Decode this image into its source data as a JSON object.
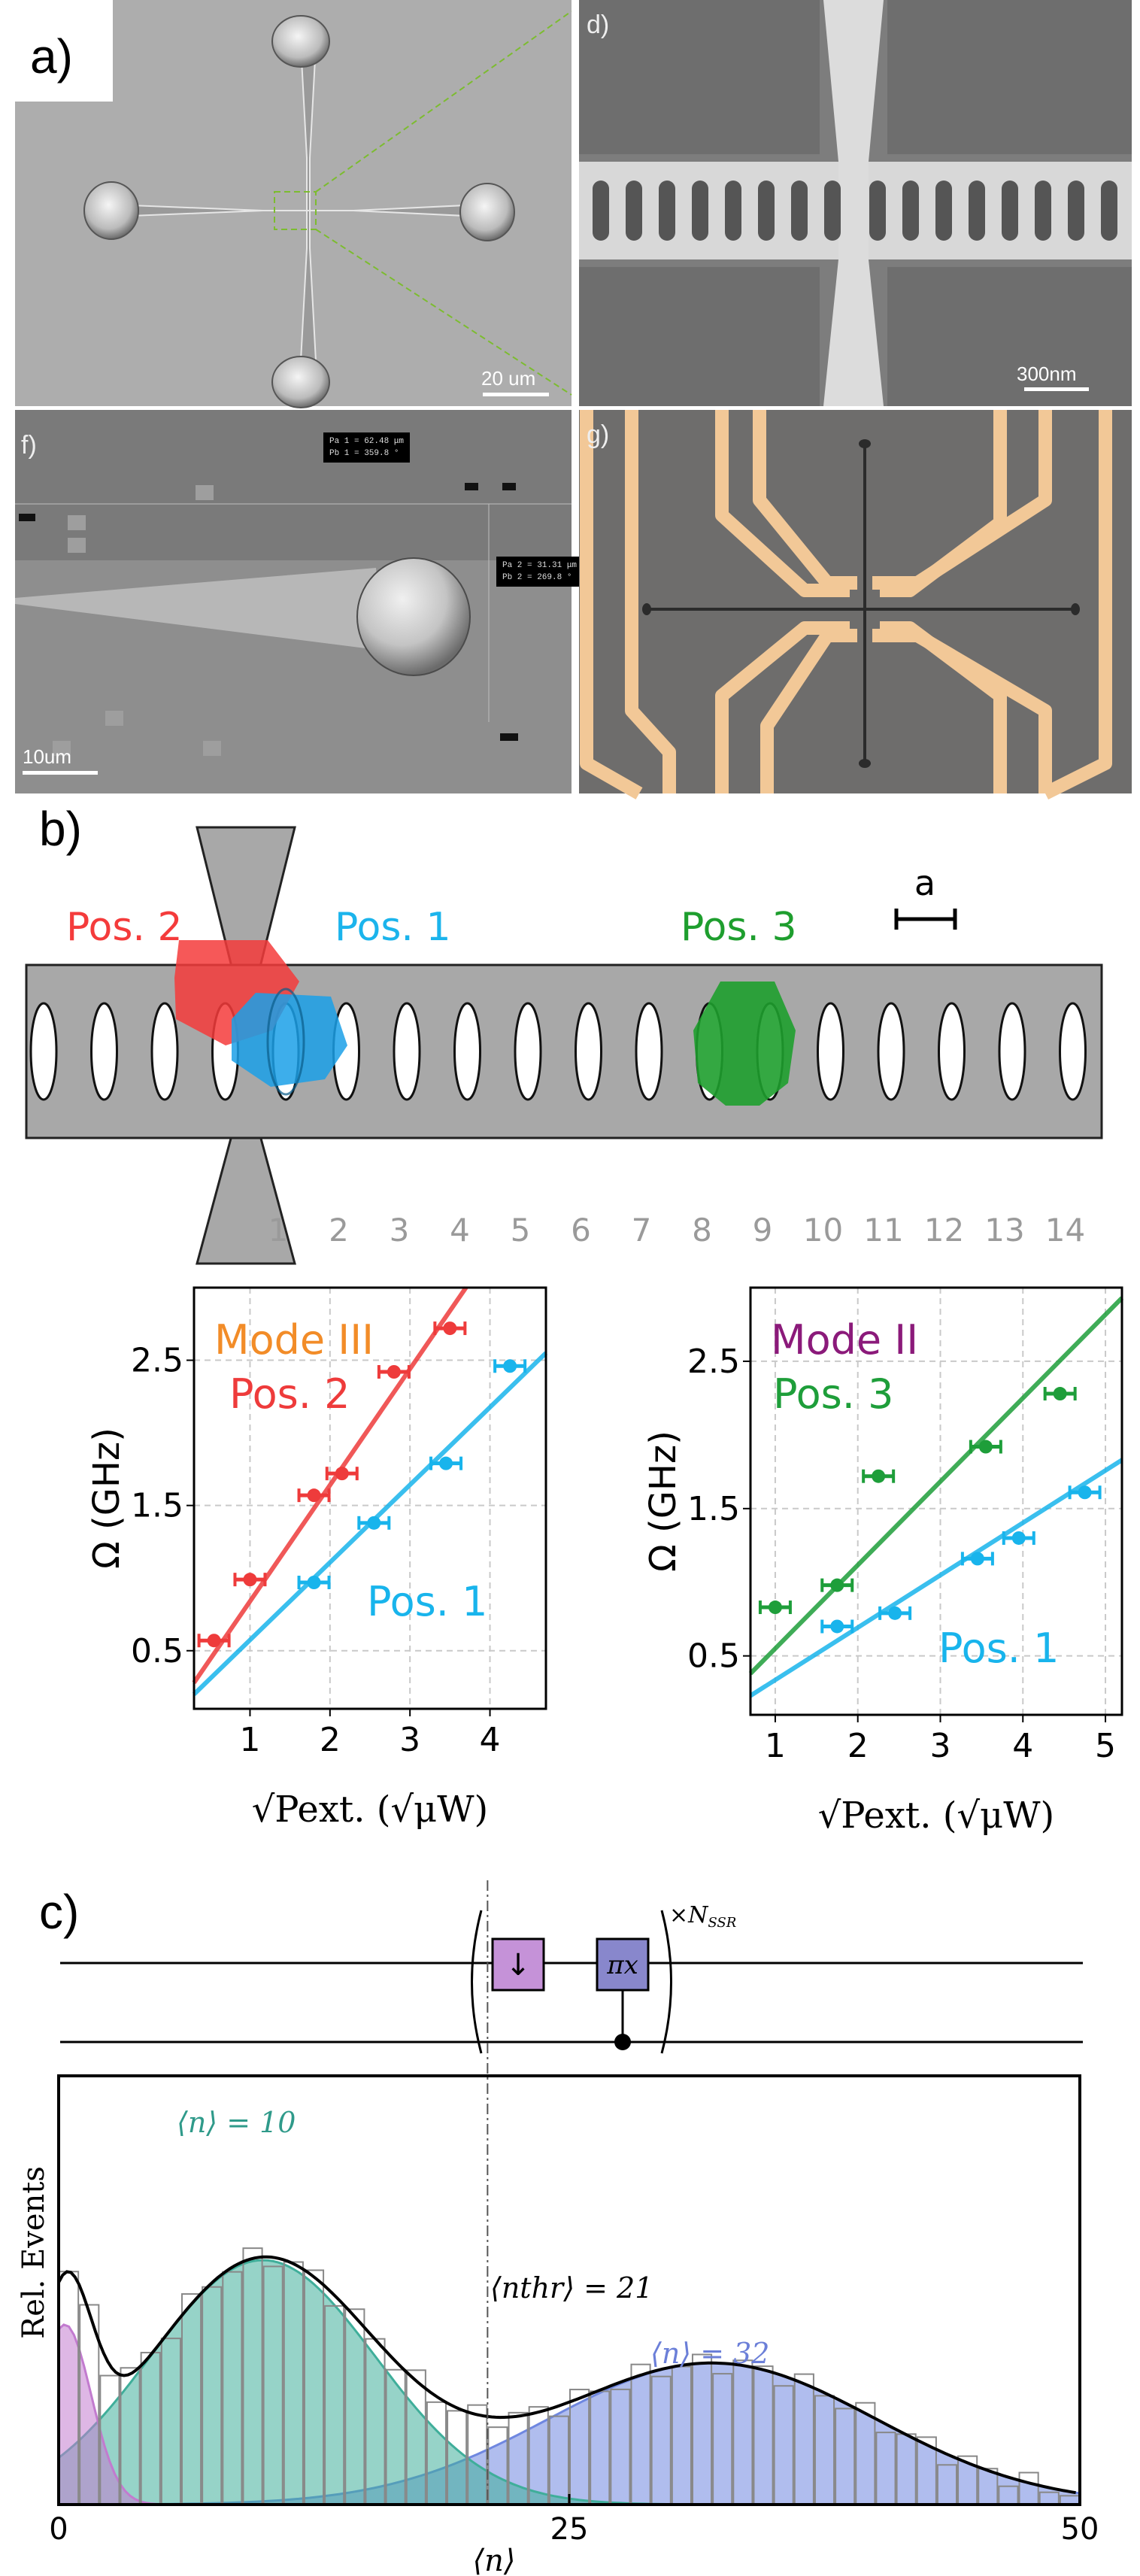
{
  "panels": {
    "a": {
      "label": "a)",
      "scale": "20 um"
    },
    "d": {
      "label": "d)",
      "scale": "300nm"
    },
    "f": {
      "label": "f)",
      "scale": "10um",
      "meas1": "Pa 1 = 62.48 μm\nPb 1 = 359.8 °",
      "meas2": "Pa 2 = 31.31 μm\nPb 2 = 269.8 °"
    },
    "g": {
      "label": "g)"
    },
    "b": {
      "label": "b)",
      "pos2": "Pos. 2",
      "pos1": "Pos. 1",
      "pos3": "Pos. 3",
      "a": "a",
      "hole_numbers": [
        "1",
        "2",
        "3",
        "4",
        "5",
        "6",
        "7",
        "8",
        "9",
        "10",
        "11",
        "12",
        "13",
        "14"
      ]
    },
    "c": {
      "label": "c)",
      "gate1": "↓",
      "gate2": "πx",
      "repeat": "×N",
      "repeat_sub": "SSR"
    }
  },
  "chart_data": [
    {
      "type": "scatter",
      "title": "",
      "xlabel": "√Pext. (√μW)",
      "ylabel": "Ω (GHz)",
      "xlim": [
        0.3,
        4.7
      ],
      "ylim": [
        0.1,
        3.0
      ],
      "xticks": [
        "1",
        "2",
        "3",
        "4"
      ],
      "yticks": [
        "0.5",
        "1.5",
        "2.5"
      ],
      "grid": true,
      "annotations": [
        "Mode III",
        "Pos. 2",
        "Pos. 1"
      ],
      "colors": {
        "mode": "#f28c28",
        "pos2": "#ee3b3b",
        "pos1": "#18b4ec"
      },
      "series": [
        {
          "name": "Pos. 2",
          "color": "#ee3b3b",
          "x": [
            0.55,
            1.0,
            1.8,
            2.15,
            2.8,
            3.5
          ],
          "y": [
            0.57,
            0.99,
            1.57,
            1.72,
            2.42,
            2.72
          ],
          "fit": [
            [
              0.3,
              0.28
            ],
            [
              3.7,
              3.0
            ]
          ]
        },
        {
          "name": "Pos. 1",
          "color": "#18b4ec",
          "x": [
            1.8,
            2.55,
            3.45,
            4.25
          ],
          "y": [
            0.97,
            1.38,
            1.79,
            2.46
          ],
          "fit": [
            [
              0.3,
              0.2
            ],
            [
              4.7,
              2.55
            ]
          ]
        }
      ]
    },
    {
      "type": "scatter",
      "title": "",
      "xlabel": "√Pext. (√μW)",
      "ylabel": "Ω (GHz)",
      "xlim": [
        0.7,
        5.2
      ],
      "ylim": [
        0.1,
        3.0
      ],
      "xticks": [
        "1",
        "2",
        "3",
        "4",
        "5"
      ],
      "yticks": [
        "0.5",
        "1.5",
        "2.5"
      ],
      "grid": true,
      "annotations": [
        "Mode II",
        "Pos. 3",
        "Pos. 1"
      ],
      "colors": {
        "mode": "#8b1a7a",
        "pos3": "#1e9e3a",
        "pos1": "#18b4ec"
      },
      "series": [
        {
          "name": "Pos. 3",
          "color": "#1e9e3a",
          "x": [
            1.0,
            1.75,
            2.25,
            3.55,
            4.45
          ],
          "y": [
            0.83,
            0.98,
            1.72,
            1.92,
            2.28
          ],
          "fit": [
            [
              0.7,
              0.38
            ],
            [
              5.2,
              2.93
            ]
          ]
        },
        {
          "name": "Pos. 1",
          "color": "#18b4ec",
          "x": [
            1.75,
            2.45,
            3.45,
            3.95,
            4.75
          ],
          "y": [
            0.7,
            0.79,
            1.16,
            1.3,
            1.61
          ],
          "fit": [
            [
              0.7,
              0.23
            ],
            [
              5.2,
              1.83
            ]
          ]
        }
      ]
    },
    {
      "type": "histogram",
      "title": "",
      "xlabel": "⟨n⟩",
      "ylabel": "Rel. Events",
      "xlim": [
        0,
        50
      ],
      "xticks": [
        "0",
        "25",
        "50"
      ],
      "annotations": [
        "⟨n⟩ = 10",
        "⟨nthr⟩ = 21",
        "⟨n⟩ = 32"
      ],
      "threshold": 21,
      "colors": {
        "low": "#c27bcf",
        "mid": "#3fae9a",
        "high": "#6f87e0",
        "total": "#000000"
      },
      "components": [
        {
          "name": "⟨n⟩ = 10",
          "mean": 10,
          "sigma": 5.5,
          "amp": 0.57
        },
        {
          "name": "⟨n⟩ = 32",
          "mean": 32,
          "sigma": 8,
          "amp": 0.33
        },
        {
          "name": "low",
          "mean": 0.3,
          "sigma": 1.3,
          "amp": 0.42
        }
      ]
    }
  ]
}
